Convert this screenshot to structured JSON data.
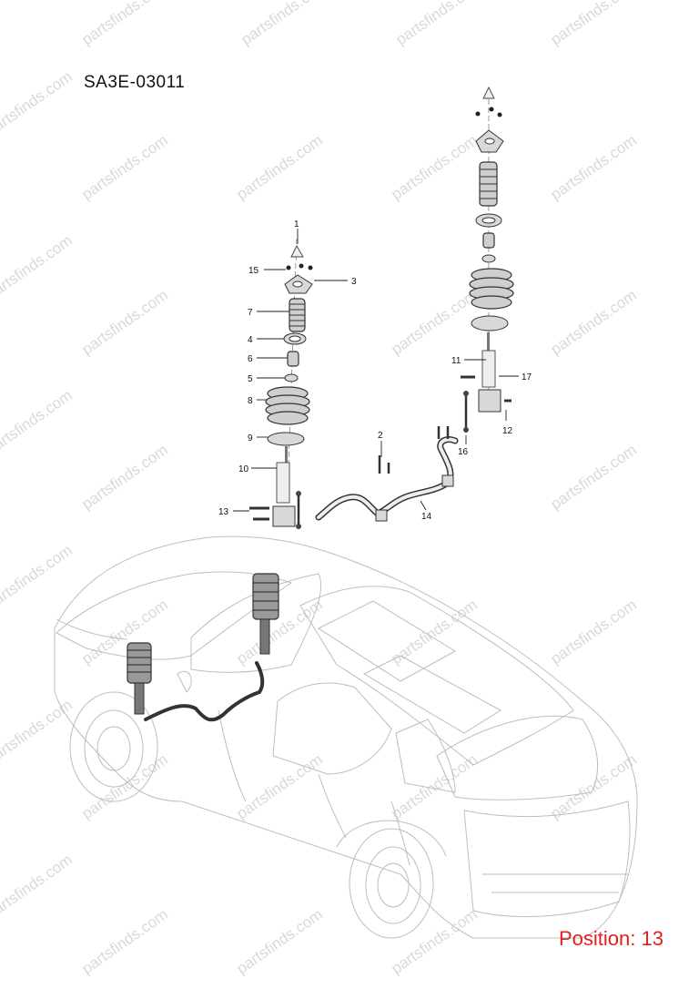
{
  "diagram_code": "SA3E-03011",
  "position_label": "Position: 13",
  "watermark": "partsfinds.com",
  "callouts": {
    "c1": "1",
    "c2": "2",
    "c3": "3",
    "c4": "4",
    "c5": "5",
    "c6": "6",
    "c7": "7",
    "c8": "8",
    "c9": "9",
    "c10": "10",
    "c11": "11",
    "c12": "12",
    "c13": "13",
    "c14": "14",
    "c15": "15",
    "c16": "16",
    "c17": "17"
  },
  "colors": {
    "position_label": "#e0201e",
    "watermark": "#d9d9d9",
    "lines": "#222222"
  }
}
